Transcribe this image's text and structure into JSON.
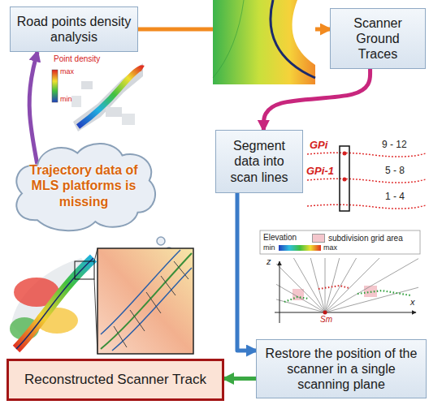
{
  "diagram": {
    "nodes": [
      {
        "text": [
          "Road points density analysis"
        ]
      },
      {
        "text": [
          "Scanner Ground Traces"
        ]
      },
      {
        "text": [
          "Trajectory data of MLS platforms is missing"
        ]
      },
      {
        "text": [
          "Segment data into scan lines"
        ]
      },
      {
        "text": [
          "Restore the position of the scanner in a single scanning plane"
        ]
      },
      {
        "text": [
          "Reconstructed Scanner Track"
        ]
      }
    ],
    "edges": [
      {
        "from": 0,
        "to": 1,
        "arrow": "to"
      },
      {
        "from": 1,
        "to": 3,
        "arrow": "to"
      },
      {
        "from": 3,
        "to": 4,
        "arrow": "to"
      },
      {
        "from": 4,
        "to": 5,
        "arrow": "to"
      },
      {
        "from": 2,
        "to": 0,
        "arrow": "to"
      }
    ],
    "labels": [
      "Point density",
      "max",
      "min",
      "GPi",
      "9 - 12",
      "5 - 8",
      "GPi-1",
      "1 - 4",
      "Elevation",
      "min",
      "max",
      "z",
      "x",
      "Sm"
    ],
    "legend": [
      {
        "text": "subdivision grid area",
        "color": "#f4c6cc"
      }
    ]
  }
}
